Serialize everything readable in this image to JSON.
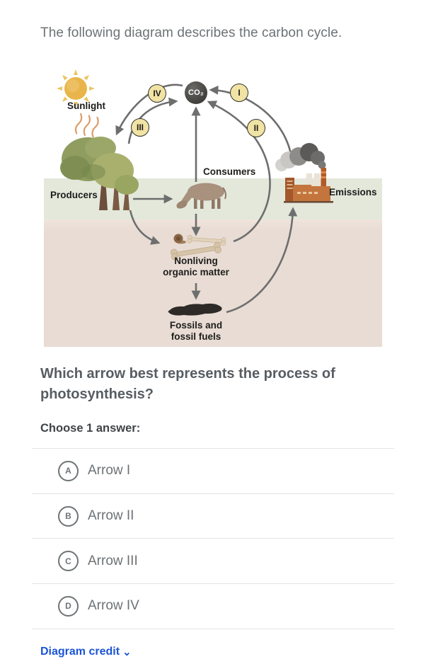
{
  "intro": "The following diagram describes the carbon cycle.",
  "diagram": {
    "labels": {
      "sunlight": "Sunlight",
      "producers": "Producers",
      "consumers": "Consumers",
      "emissions": "Emissions",
      "co2": "CO₂",
      "nonliving_line1": "Nonliving",
      "nonliving_line2": "organic matter",
      "fossils_line1": "Fossils and",
      "fossils_line2": "fossil fuels"
    },
    "badges": {
      "i": "I",
      "ii": "II",
      "iii": "III",
      "iv": "IV"
    }
  },
  "question": {
    "text": "Which arrow best represents the process of photosynthesis?",
    "choose_label": "Choose 1 answer:"
  },
  "options": [
    {
      "letter": "A",
      "label": "Arrow I"
    },
    {
      "letter": "B",
      "label": "Arrow II"
    },
    {
      "letter": "C",
      "label": "Arrow III"
    },
    {
      "letter": "D",
      "label": "Arrow IV"
    }
  ],
  "footer": {
    "credit_label": "Diagram credit",
    "chevron": "⌄"
  },
  "colors": {
    "accent_blue": "#1b55d6",
    "arrow_gray": "#6e6e6e",
    "badge_yellow": "#f1e3a4",
    "ground_green": "#e3e8db",
    "soil_pink": "#e8dcd4",
    "co2_dark": "#403f3c"
  }
}
